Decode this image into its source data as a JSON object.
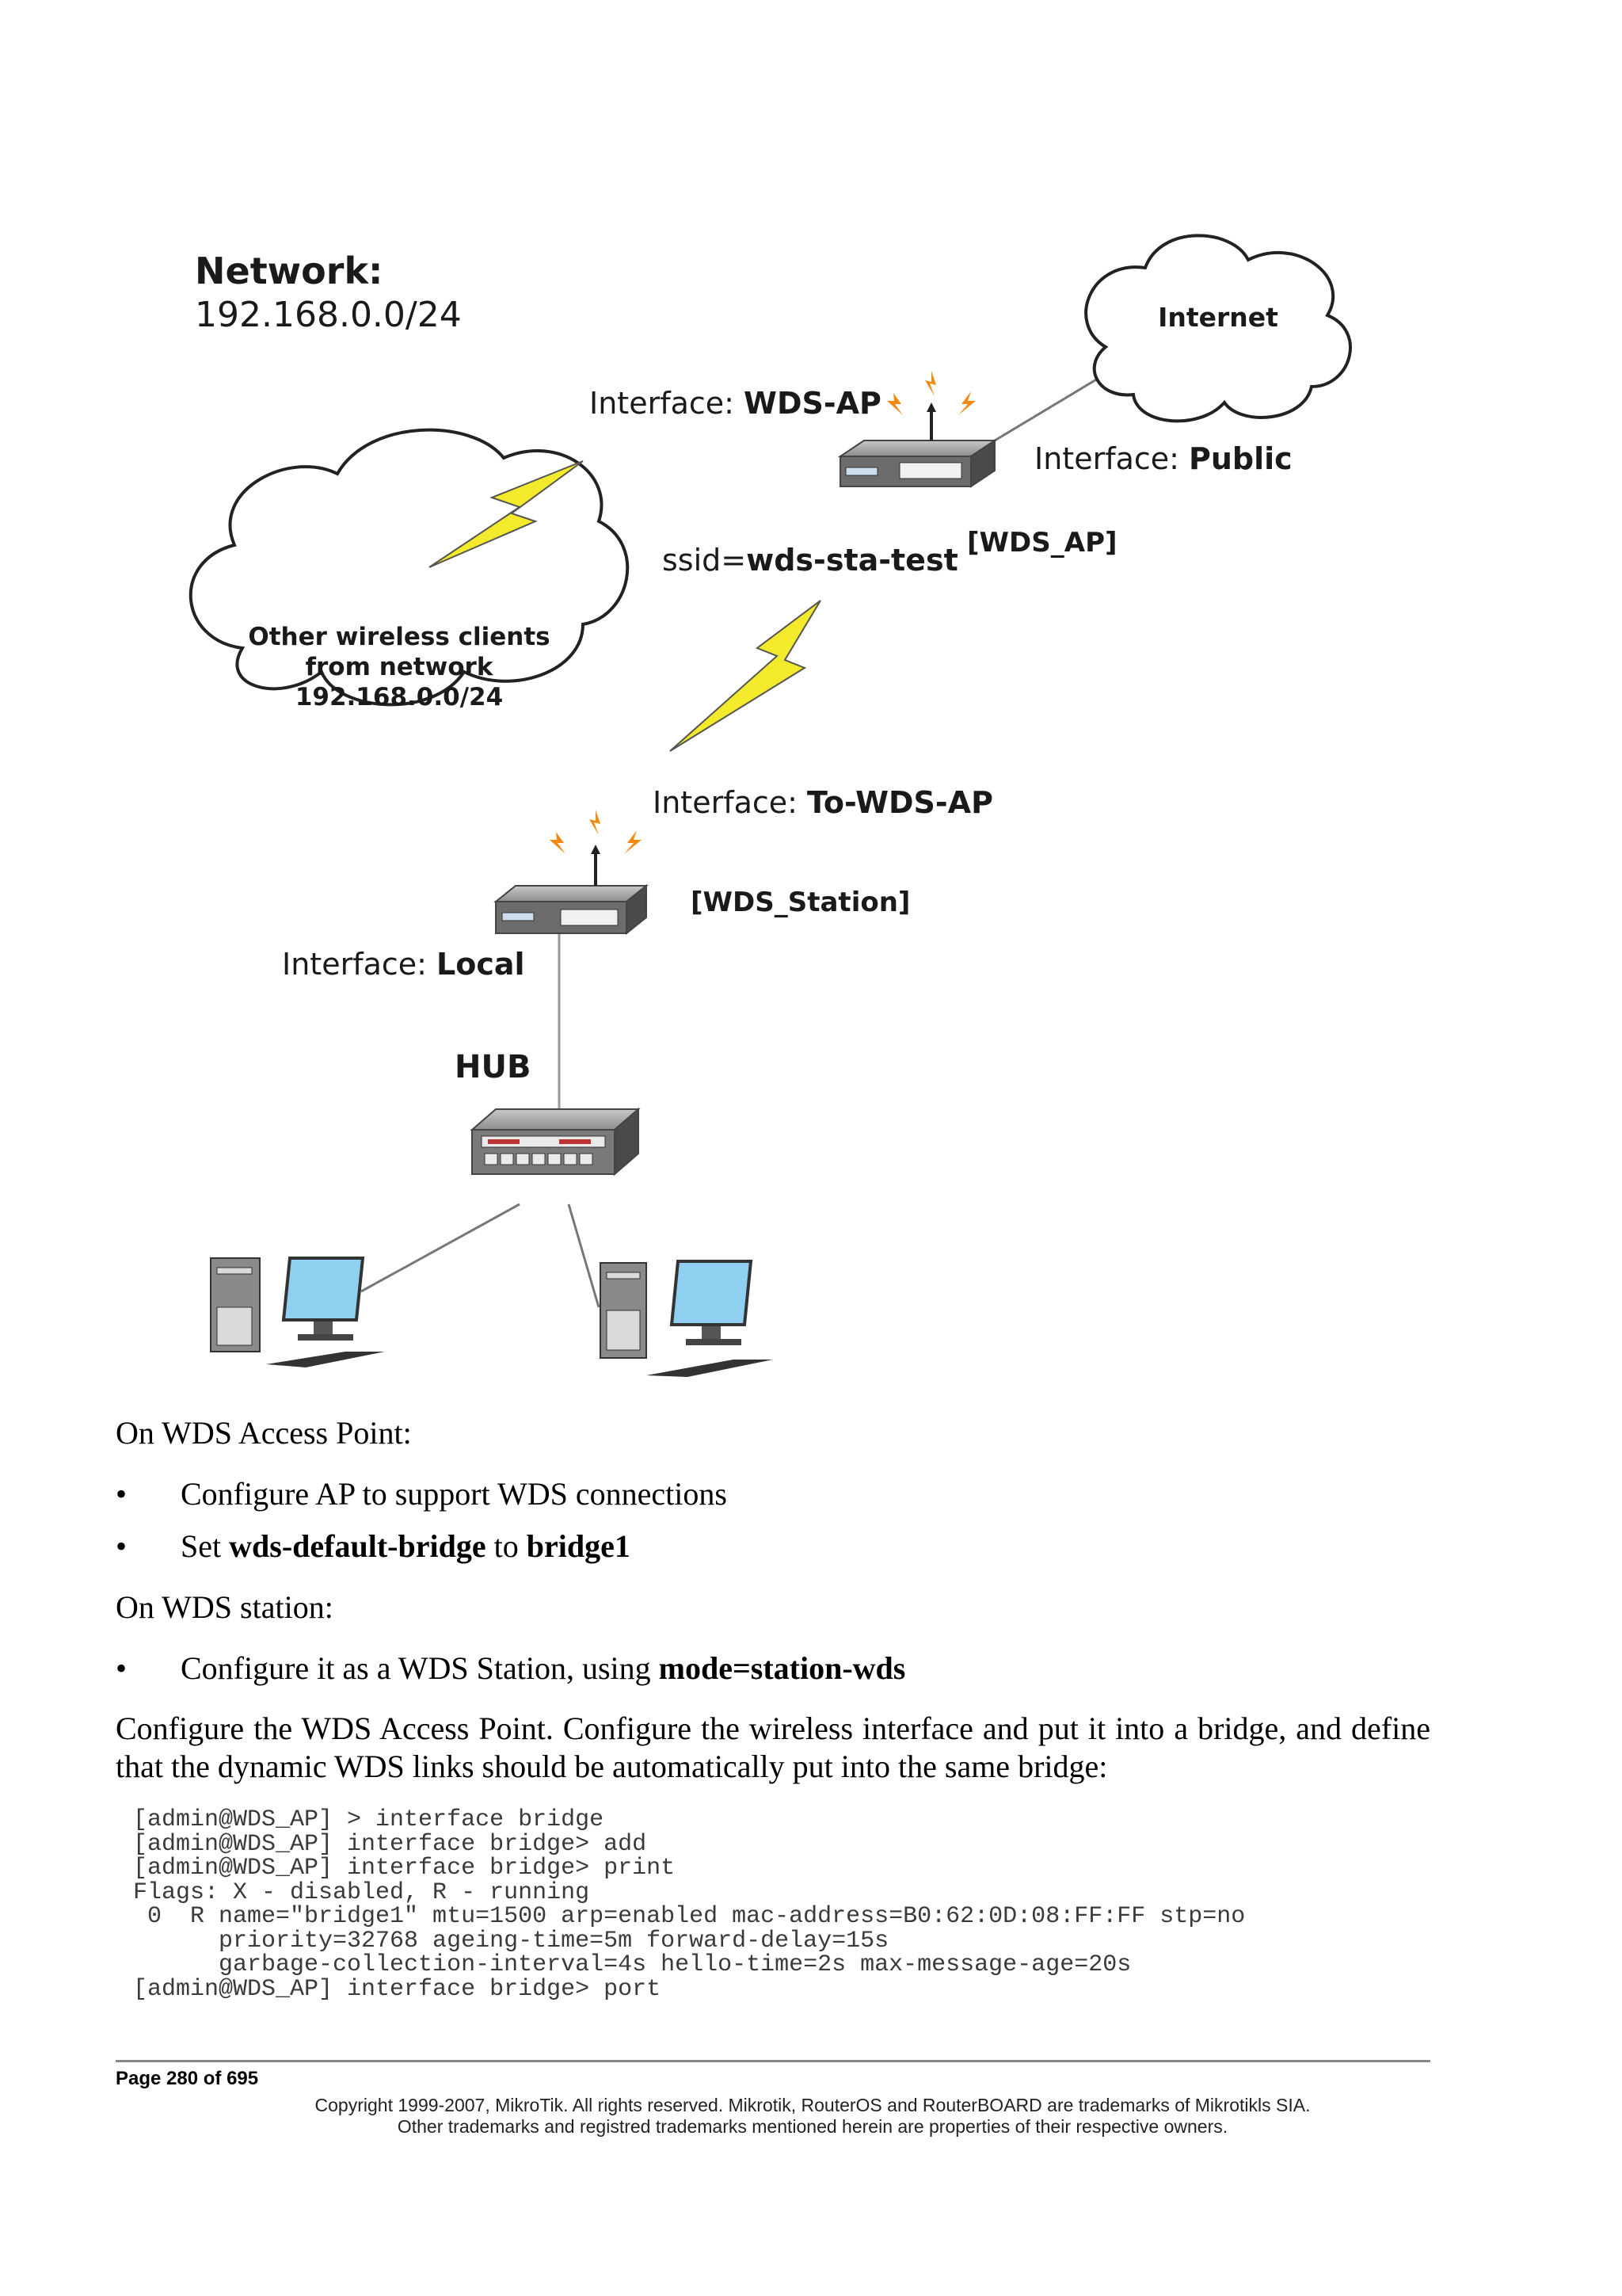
{
  "diagram": {
    "network_title": "Network:",
    "network_subnet": "192.168.0.0/24",
    "internet_label": "Internet",
    "iface_prefix": "Interface:",
    "wds_ap_iface": "WDS-AP",
    "public_iface": "Public",
    "wds_ap_name": "[WDS_AP]",
    "ssid_prefix": "ssid=",
    "ssid_value": "wds-sta-test",
    "clients_line1": "Other wireless clients",
    "clients_line2": "from network",
    "clients_line3": "192.168.0.0/24",
    "to_wds_ap_iface": "To-WDS-AP",
    "wds_station_name": "[WDS_Station]",
    "local_iface": "Local",
    "hub_label": "HUB"
  },
  "text": {
    "on_ap": "On WDS Access Point:",
    "ap_bullet1": "Configure AP to support WDS connections",
    "ap_bullet2_a": "Set ",
    "ap_bullet2_b": "wds-default-bridge",
    "ap_bullet2_c": " to ",
    "ap_bullet2_d": "bridge1",
    "on_station": "On WDS station:",
    "st_bullet1_a": "Configure it as a WDS Station, using ",
    "st_bullet1_b": "mode=station-wds",
    "para": "Configure the WDS Access Point. Configure the wireless interface and put it into a bridge, and define that the dynamic WDS links should be automatically put into the same bridge:",
    "bullet_char": "•"
  },
  "code": "[admin@WDS_AP] > interface bridge\n[admin@WDS_AP] interface bridge> add\n[admin@WDS_AP] interface bridge> print\nFlags: X - disabled, R - running\n 0  R name=\"bridge1\" mtu=1500 arp=enabled mac-address=B0:62:0D:08:FF:FF stp=no\n      priority=32768 ageing-time=5m forward-delay=15s\n      garbage-collection-interval=4s hello-time=2s max-message-age=20s\n[admin@WDS_AP] interface bridge> port",
  "footer": {
    "page": "Page 280 of 695",
    "copyright1": "Copyright 1999-2007, MikroTik. All rights reserved. Mikrotik, RouterOS and RouterBOARD are trademarks of Mikrotikls SIA.",
    "copyright2": "Other trademarks and registred trademarks mentioned herein are properties of their respective owners."
  }
}
